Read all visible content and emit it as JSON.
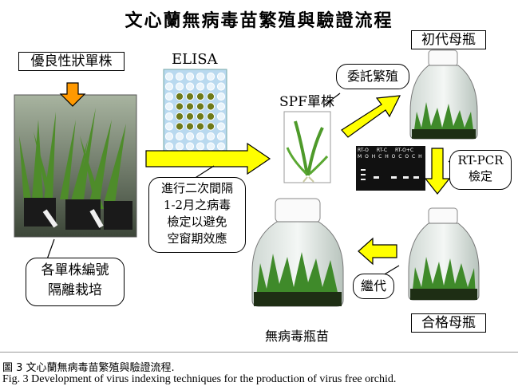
{
  "title": "文心蘭無病毒苗繁殖與驗證流程",
  "labels": {
    "elite_plant": "優良性狀單株",
    "elisa": "ELISA",
    "spf_plant": "SPF單株",
    "entrust_propagation": "委託繁殖",
    "initial_mother_bottle": "初代母瓶",
    "rt_pcr_line1": "RT-PCR",
    "rt_pcr_line2": "檢定",
    "numbering_line1": "各單株編號",
    "numbering_line2": "隔離栽培",
    "retest_line1": "進行二次間隔",
    "retest_line2": "1-2月之病毒",
    "retest_line3": "檢定以避免",
    "retest_line4": "空窗期效應",
    "subculture": "繼代",
    "virus_free_seedlings": "無病毒瓶苗",
    "qualified_mother_bottle": "合格母瓶"
  },
  "gel_labels": {
    "group1": "RT-O",
    "group2": "RT-C",
    "group3": "RT-O+C",
    "lanes": "M O H C H O C O C H"
  },
  "captions": {
    "zh": "圖 3 文心蘭無病毒苗繁殖與驗證流程.",
    "en": "Fig. 3 Development of virus indexing techniques for the production of virus free orchid."
  },
  "colors": {
    "arrow_fill": "#ffff00",
    "arrow_orange": "#ff9900",
    "elisa_plate": "#b9d9ef",
    "elisa_positive": "#6e7a18"
  }
}
